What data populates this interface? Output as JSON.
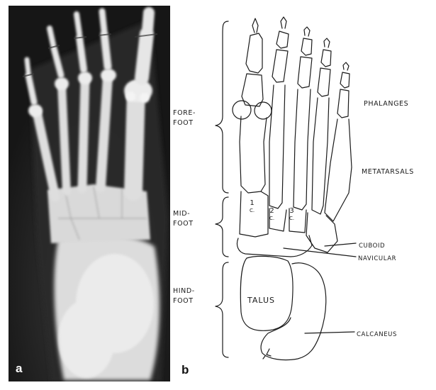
{
  "panels": {
    "a": {
      "letter": "a"
    },
    "b": {
      "letter": "b"
    }
  },
  "regions": {
    "forefoot": "FORE-\nFOOT",
    "midfoot": "MID-\nFOOT",
    "hindfoot": "HIND-\nFOOT"
  },
  "labels": {
    "phalanges": "PHALANGES",
    "metatarsals": "METATARSALS",
    "cuboid": "CUBOID",
    "navicular": "NAVICULAR",
    "talus": "TALUS",
    "calcaneus": "CALCANEUS"
  },
  "cuneiforms": [
    {
      "number": "1",
      "sub": "C."
    },
    {
      "number": "2",
      "sub": "C."
    },
    {
      "number": "3",
      "sub": "C."
    }
  ],
  "colors": {
    "xray_background": "#1e1e1e",
    "bone": "#e4e4e4",
    "ink": "#1a1a1a"
  }
}
